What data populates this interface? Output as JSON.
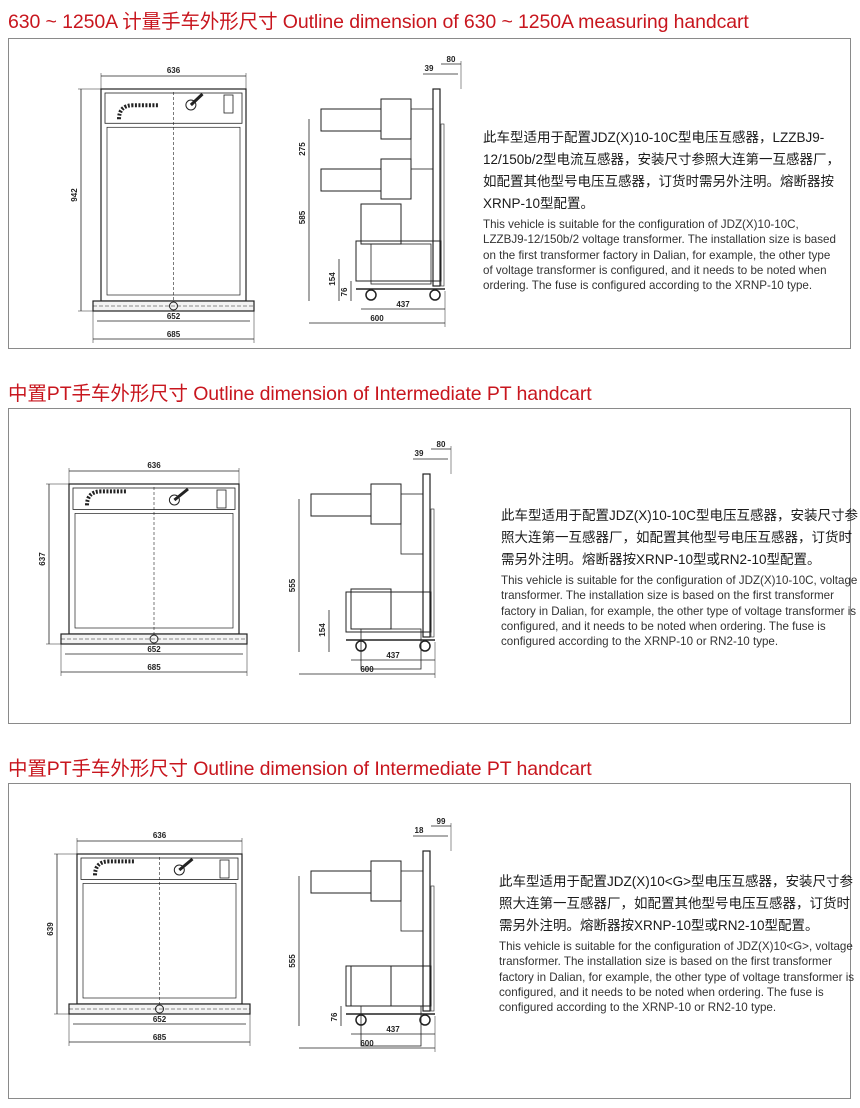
{
  "sections": [
    {
      "title": "630 ~ 1250A 计量手车外形尺寸 Outline dimension of 630 ~ 1250A measuring handcart",
      "dims": {
        "top_width": "636",
        "height": "942",
        "inner_width": "652",
        "outer_width": "685",
        "gap_a": "39",
        "gap_b": "80",
        "upper_height": "275",
        "main_height": "585",
        "base_height": "154",
        "wheel_height": "76",
        "depth_inner": "437",
        "depth_outer": "600"
      },
      "cn": "此车型适用于配置JDZ(X)10-10C型电压互感器，LZZBJ9-12/150b/2型电流互感器，安装尺寸参照大连第一互感器厂，如配置其他型号电压互感器，订货时需另外注明。熔断器按XRNP-10型配置。",
      "en": "This vehicle is suitable for the configuration of JDZ(X)10-10C, LZZBJ9-12/150b/2 voltage transformer. The installation size is based on the first transformer factory in Dalian, for example, the other type of voltage transformer is configured, and it needs to be noted when ordering. The fuse is configured according to the XRNP-10 type."
    },
    {
      "title": "中置PT手车外形尺寸 Outline dimension of Intermediate PT handcart",
      "dims": {
        "top_width": "636",
        "height": "637",
        "inner_width": "652",
        "outer_width": "685",
        "gap_a": "39",
        "gap_b": "80",
        "main_height": "555",
        "base_height": "154",
        "depth_inner": "437",
        "depth_outer": "600"
      },
      "cn": "此车型适用于配置JDZ(X)10-10C型电压互感器，安装尺寸参照大连第一互感器厂，如配置其他型号电压互感器，订货时需另外注明。熔断器按XRNP-10型或RN2-10型配置。",
      "en": "This vehicle is suitable for the configuration of JDZ(X)10-10C, voltage transformer. The installation size is based on the first transformer factory in Dalian, for example, the other type of voltage transformer is configured, and it needs to be noted when ordering. The fuse is configured according to the XRNP-10 or RN2-10 type."
    },
    {
      "title": "中置PT手车外形尺寸 Outline dimension of Intermediate PT handcart",
      "dims": {
        "top_width": "636",
        "height": "639",
        "inner_width": "652",
        "outer_width": "685",
        "gap_a": "18",
        "gap_b": "99",
        "main_height": "555",
        "wheel_height": "76",
        "depth_inner": "437",
        "depth_outer": "600"
      },
      "cn": "此车型适用于配置JDZ(X)10<G>型电压互感器，安装尺寸参照大连第一互感器厂，如配置其他型号电压互感器，订货时需另外注明。熔断器按XRNP-10型或RN2-10型配置。",
      "en": "This vehicle is suitable for the configuration of JDZ(X)10<G>, voltage transformer. The installation size is based on the first transformer factory in Dalian, for example, the other type of voltage transformer is configured, and it needs to be noted when ordering. The fuse is configured according to the XRNP-10 or RN2-10 type."
    }
  ]
}
